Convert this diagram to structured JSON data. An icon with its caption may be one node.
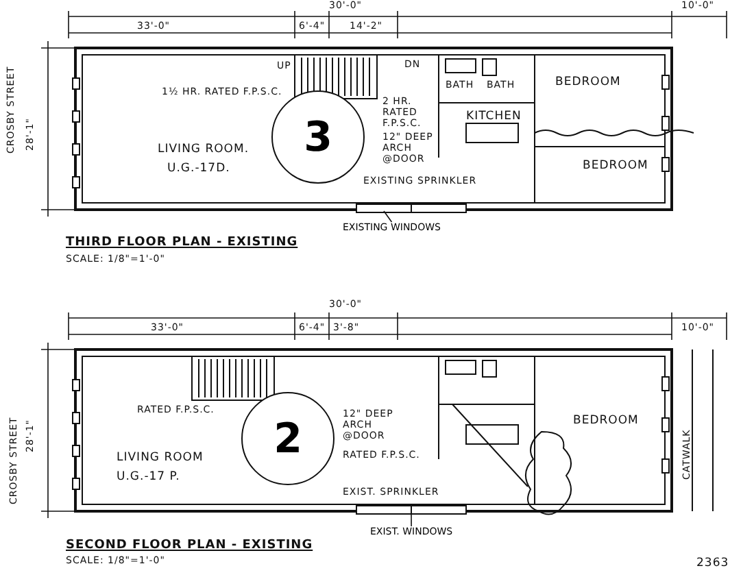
{
  "diagram": {
    "nodes": [
      {
        "text": [
          "3"
        ]
      },
      {
        "text": [
          "2"
        ]
      },
      {
        "text": [
          "EXISTING WINDOWS"
        ]
      },
      {
        "text": [
          "EXIST. WINDOWS"
        ]
      }
    ],
    "edges": [
      {
        "from": 2,
        "to": null,
        "arrow": "none"
      },
      {
        "from": 3,
        "to": null,
        "arrow": "none"
      }
    ],
    "labels": [
      "30'-0\"",
      "33'-0\"",
      "6'-4\"",
      "14'-2\"",
      "10'-0\"",
      "CROSBY STREET",
      "28'-1\"",
      "1½ HR. RATED F.P.S.C.",
      "UP",
      "DN",
      "2 HR. RATED F.P.S.C.",
      "LIVING ROOM.",
      "U.G.-17D.",
      "BATH",
      "BATH",
      "BEDROOM",
      "12\" DEEP ARCH @DOOR",
      "KITCHEN",
      "BEDROOM",
      "EXISTING SPRINKLER",
      "THIRD FLOOR PLAN - EXISTING",
      "SCALE: 1/8\"=1'-0\"",
      "30'-0\"",
      "33'-0\"",
      "6'-4\"",
      "3'-8\"",
      "10'-0\"",
      "28'-1\"",
      "CROSBY STREET",
      "RATED F.P.S.C.",
      "LIVING ROOM",
      "U.G.-17 P.",
      "RATED F.P.S.C.",
      "12\" DEEP ARCH @DOOR",
      "BEDROOM",
      "CATWALK",
      "EXIST. SPRINKLER",
      "SECOND FLOOR PLAN - EXISTING",
      "SCALE: 1/8\"=1'-0\"",
      "2363"
    ]
  }
}
